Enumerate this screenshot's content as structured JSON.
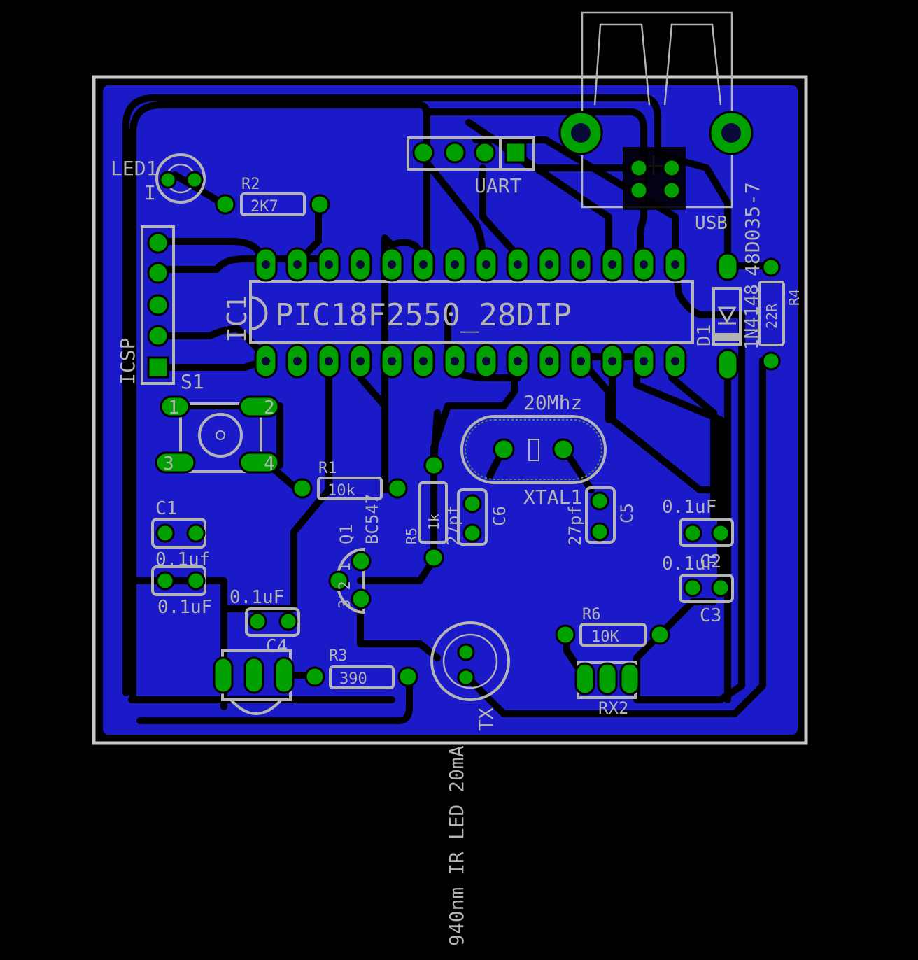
{
  "board": {
    "colors": {
      "background": "#000000",
      "copper": "#1a1ac8",
      "pad": "#00a000",
      "silkscreen": "#b4b4b4",
      "outline": "#c8c8c8"
    }
  },
  "labels": {
    "ic1_name": "IC1",
    "ic1_value": "PIC18F2550_28DIP",
    "led1_name": "LED1",
    "r2_name": "R2",
    "r2_value": "2K7",
    "uart": "UART",
    "usb": "USB",
    "usb_part": "48D035-7",
    "icsp": "ICSP",
    "s1_name": "S1",
    "s1_pin1": "1",
    "s1_pin2": "2",
    "s1_pin3": "3",
    "s1_pin4": "4",
    "r1_name": "R1",
    "r1_value": "10k",
    "q1_name": "Q1",
    "q1_value": "BC547",
    "q1_pins": "3 2 1",
    "r5_name": "R5",
    "r5_value": "1k",
    "c6_name": "C6",
    "c6_value": "27pf",
    "xtal_freq": "20Mhz",
    "xtal_name": "XTAL1",
    "c5_value": "27pf",
    "c5_name": "C5",
    "c1_name": "C1",
    "c1_value": "0.1uf",
    "c2_value_left": "0.1uF",
    "c_misc_value": "0.1uF",
    "c4_name": "C4",
    "r3_name": "R3",
    "r3_value": "390",
    "tx_name": "TX",
    "tx_desc": "940nm IR LED 20mA",
    "c2_value_right": "0.1uF",
    "c2_name": "C2",
    "c3_value": "0.1uF",
    "c3_name": "C3",
    "r6_name": "R6",
    "r6_value": "10K",
    "rx2_name": "RX2",
    "d1_name": "D1",
    "d1_value": "1N4148",
    "r4_name": "R4",
    "r4_value": "22R"
  }
}
